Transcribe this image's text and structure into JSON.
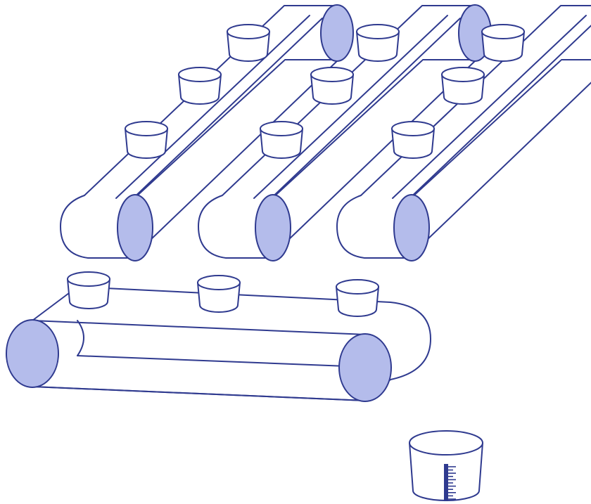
{
  "diagram": {
    "description_free": true,
    "colors": {
      "line": "#2f3a8f",
      "roller_fill": "#b4bceb",
      "background": "#ffffff",
      "cup_fill": "#ffffff"
    },
    "icons": [
      "conveyor-belt",
      "cup",
      "measuring-cup"
    ],
    "diagonal_conveyors": 3,
    "cups_per_diagonal_conveyor": 3,
    "horizontal_conveyors": 1,
    "cups_on_horizontal_conveyor": 3,
    "measuring_cups": 1
  }
}
